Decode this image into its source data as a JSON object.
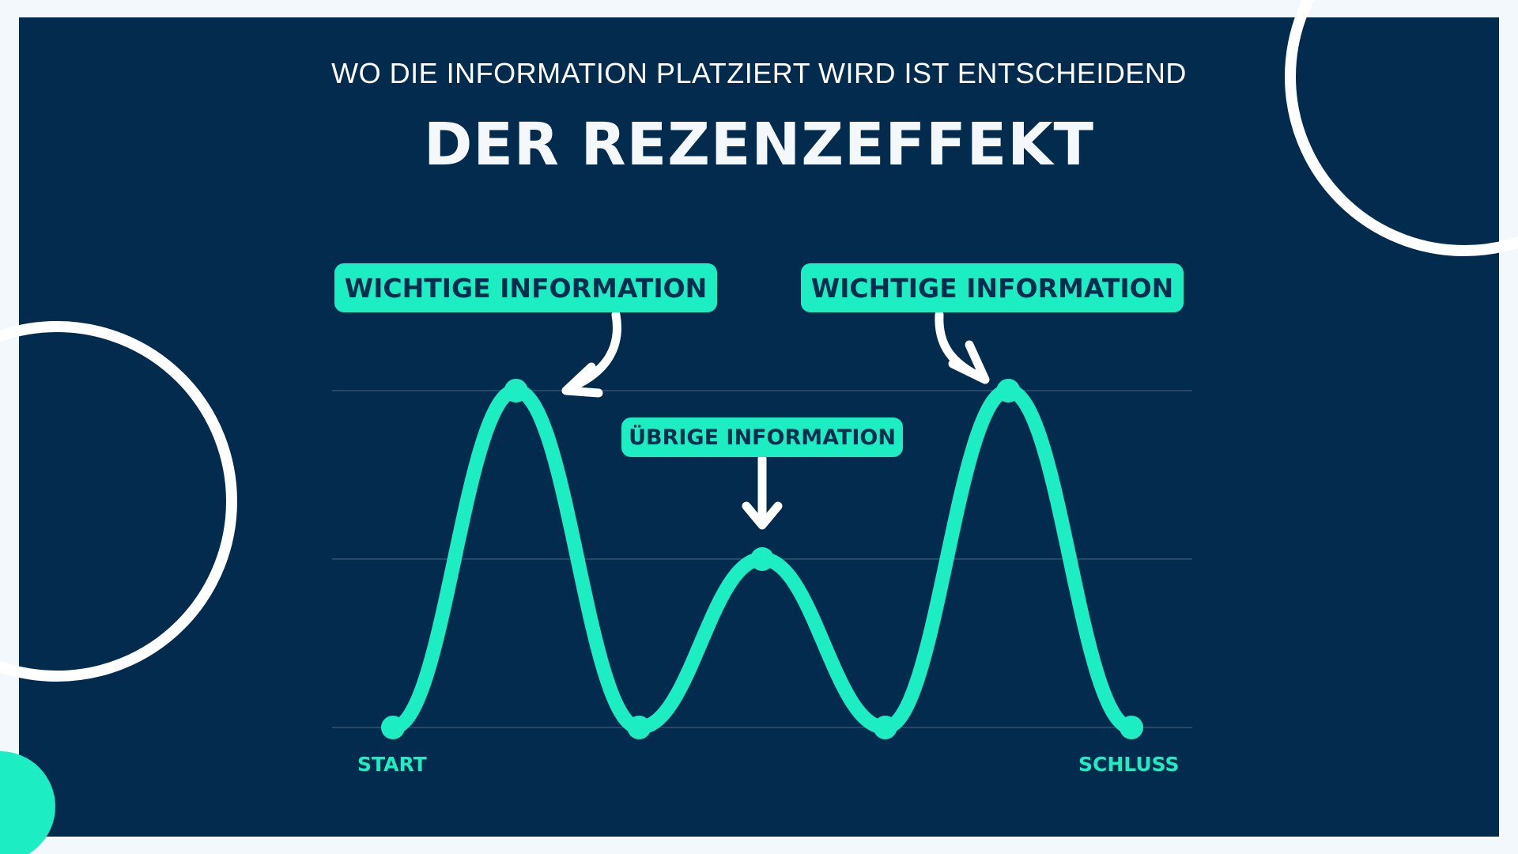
{
  "slide": {
    "subtitle": "WO DIE INFORMATION PLATZIERT WIRD IST ENTSCHEIDEND",
    "title": "DER REZENZEFFEKT"
  },
  "callouts": {
    "left": "WICHTIGE INFORMATION",
    "right": "WICHTIGE INFORMATION",
    "middle": "ÜBRIGE INFORMATION"
  },
  "axis": {
    "start": "START",
    "end": "SCHLUSS"
  },
  "colors": {
    "background": "#022b4d",
    "accent": "#1dedc3",
    "decoration": "#ffffff",
    "page": "#f2f8fc"
  },
  "chart_data": {
    "type": "line",
    "x": [
      0,
      1,
      2,
      3,
      4,
      5,
      6
    ],
    "values": [
      0,
      2,
      0,
      1,
      0,
      2,
      0
    ],
    "ylim": [
      0,
      2
    ],
    "grid": true,
    "x_labels": [
      "START",
      "SCHLUSS"
    ]
  }
}
